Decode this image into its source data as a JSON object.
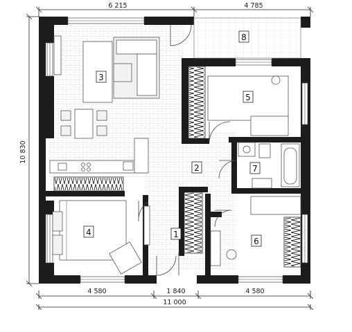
{
  "dimensions": {
    "top_left": "6 215",
    "top_right": "4 785",
    "left_total": "10 830",
    "bottom_left": "4 580",
    "bottom_mid": "1 840",
    "bottom_right": "4 580",
    "bottom_total": "11 000"
  },
  "rooms": [
    "1",
    "2",
    "3",
    "4",
    "5",
    "6",
    "7",
    "8"
  ],
  "colors": {
    "wall": "#1c1c1c",
    "floor_tile": "#e8e8e8",
    "background": "#ffffff"
  }
}
